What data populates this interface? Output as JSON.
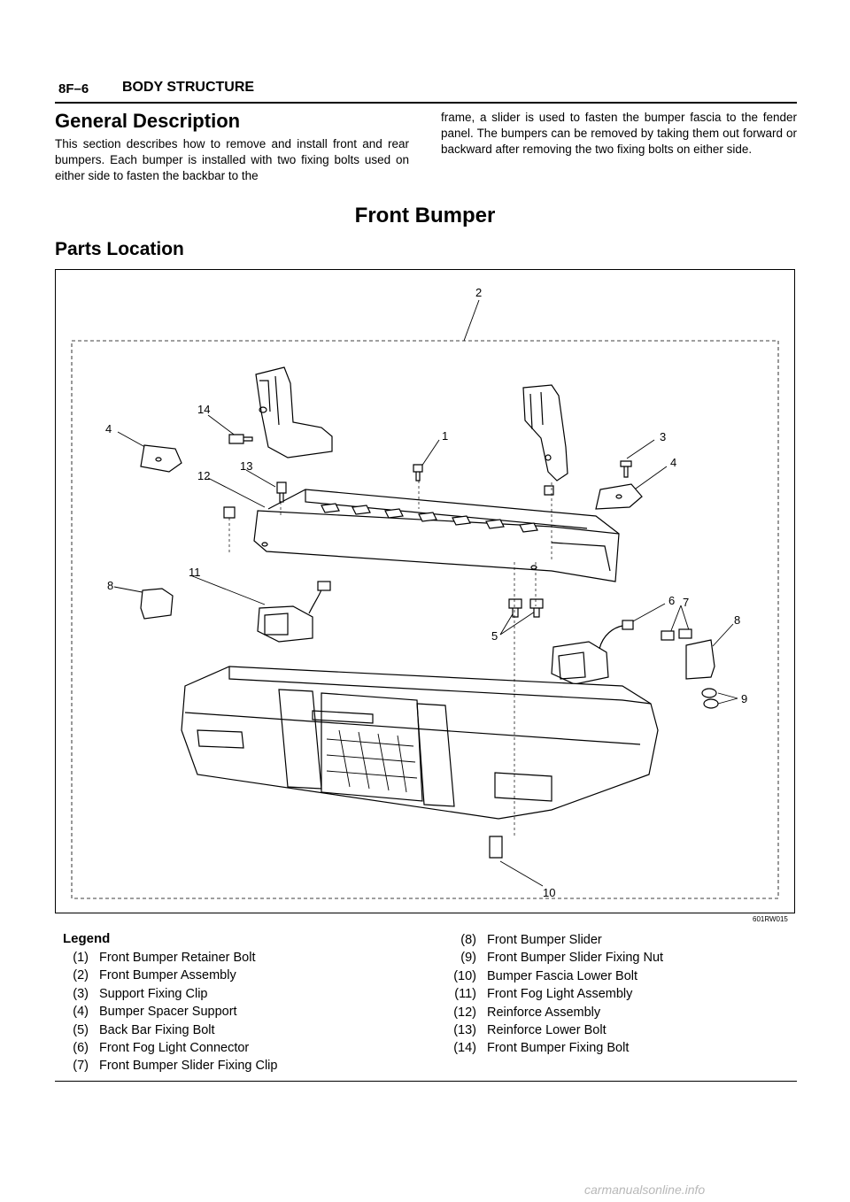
{
  "header": {
    "page_number": "8F–6",
    "section": "BODY STRUCTURE"
  },
  "general": {
    "heading": "General Description",
    "text_left": "This section describes how to remove and install front and rear bumpers. Each bumper is installed with two fixing bolts used on either side to fasten the backbar to the",
    "text_right": "frame, a slider is used to fasten the bumper fascia to the fender panel. The bumpers can be removed by taking them out forward or backward after removing the two fixing bolts on either side."
  },
  "front_bumper": {
    "heading": "Front Bumper"
  },
  "parts_location": {
    "heading": "Parts Location",
    "figure_id": "601RW015",
    "callouts": [
      "1",
      "2",
      "3",
      "4",
      "4",
      "5",
      "6",
      "7",
      "8",
      "8",
      "9",
      "10",
      "11",
      "12",
      "13",
      "14"
    ]
  },
  "legend": {
    "title": "Legend",
    "items": [
      {
        "num": "(1)",
        "label": "Front Bumper Retainer Bolt"
      },
      {
        "num": "(2)",
        "label": "Front Bumper Assembly"
      },
      {
        "num": "(3)",
        "label": "Support Fixing Clip"
      },
      {
        "num": "(4)",
        "label": "Bumper Spacer Support"
      },
      {
        "num": "(5)",
        "label": "Back Bar Fixing Bolt"
      },
      {
        "num": "(6)",
        "label": "Front Fog Light Connector"
      },
      {
        "num": "(7)",
        "label": "Front Bumper Slider Fixing Clip"
      },
      {
        "num": "(8)",
        "label": "Front Bumper Slider"
      },
      {
        "num": "(9)",
        "label": "Front Bumper Slider Fixing Nut"
      },
      {
        "num": "(10)",
        "label": "Bumper Fascia Lower Bolt"
      },
      {
        "num": "(11)",
        "label": "Front Fog Light Assembly"
      },
      {
        "num": "(12)",
        "label": "Reinforce Assembly"
      },
      {
        "num": "(13)",
        "label": "Reinforce Lower Bolt"
      },
      {
        "num": "(14)",
        "label": "Front Bumper Fixing Bolt"
      }
    ]
  },
  "watermark": "carmanualsonline.info"
}
